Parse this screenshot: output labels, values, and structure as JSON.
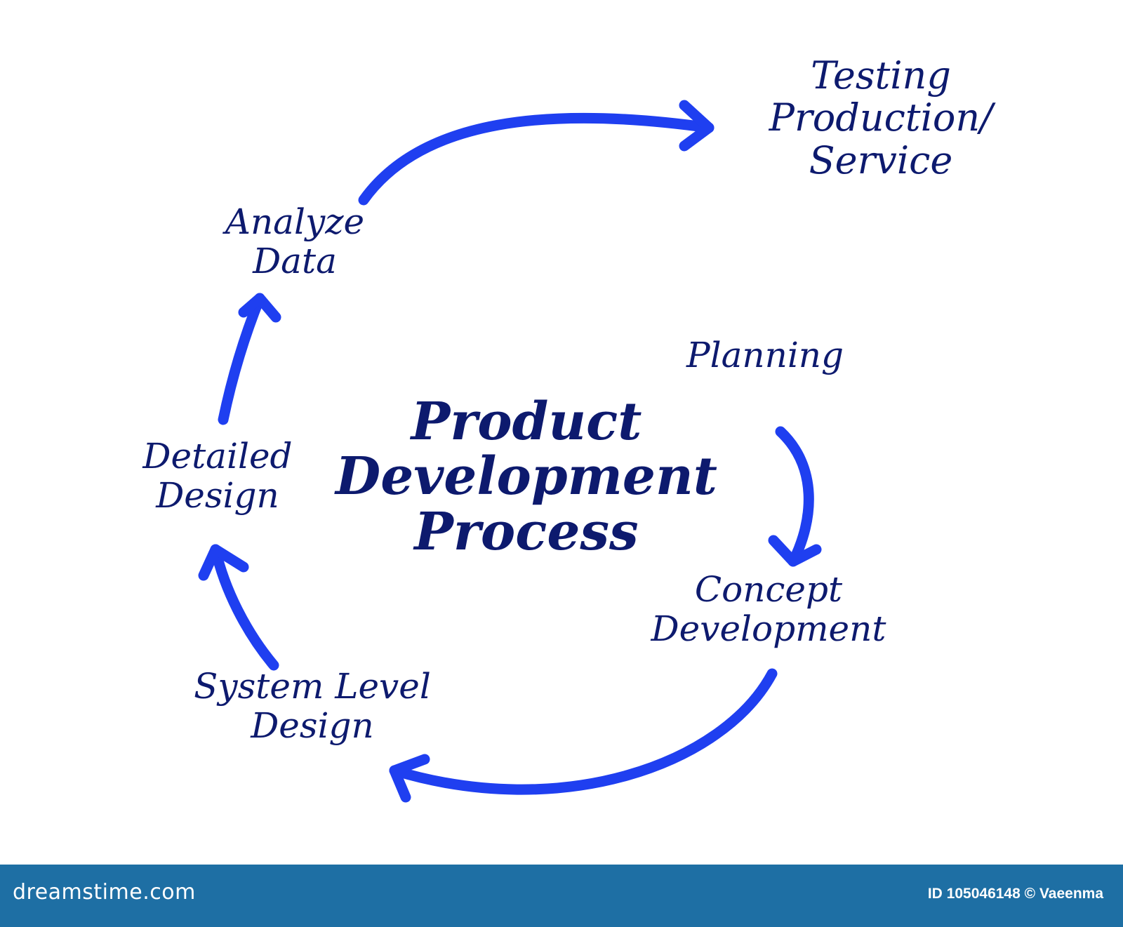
{
  "diagram": {
    "title_lines": [
      "Product",
      "Development",
      "Process"
    ],
    "nodes": {
      "testing": [
        "Testing",
        "Production/",
        "Service"
      ],
      "analyze": [
        "Analyze",
        "Data"
      ],
      "planning": [
        "Planning"
      ],
      "detailed": [
        "Detailed",
        "Design"
      ],
      "concept": [
        "Concept",
        "Development"
      ],
      "system": [
        "System Level",
        "Design"
      ]
    },
    "colors": {
      "arrow": "#1f3ff0",
      "text": "#0d1a6e",
      "footer": "#1e6fa4"
    }
  },
  "footer": {
    "logo": "dreamstime.com",
    "credit": "ID 105046148 © Vaeenma"
  }
}
